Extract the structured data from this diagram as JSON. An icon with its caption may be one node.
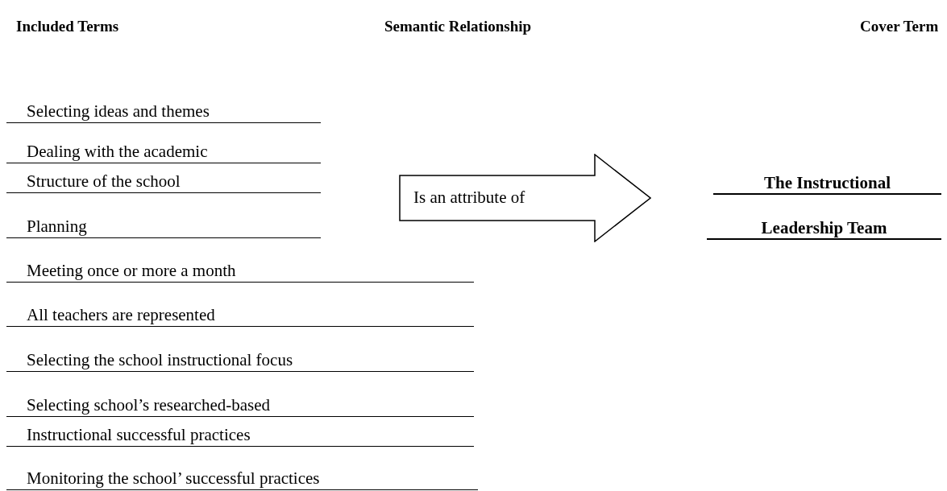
{
  "diagram": {
    "nodes": [
      {
        "text": [
          "Is an attribute of"
        ]
      }
    ],
    "labels": [
      "Included Terms",
      "Semantic Relationship",
      "Cover Term",
      "Selecting ideas and themes",
      "Dealing with the academic",
      "Structure of the school",
      "Planning",
      "Meeting once or more a month",
      "All teachers are represented",
      "Selecting the school instructional focus",
      "Selecting school’s researched-based",
      "Instructional successful practices",
      "Monitoring the school’ successful practices",
      "The Instructional",
      "Leadership Team"
    ]
  }
}
